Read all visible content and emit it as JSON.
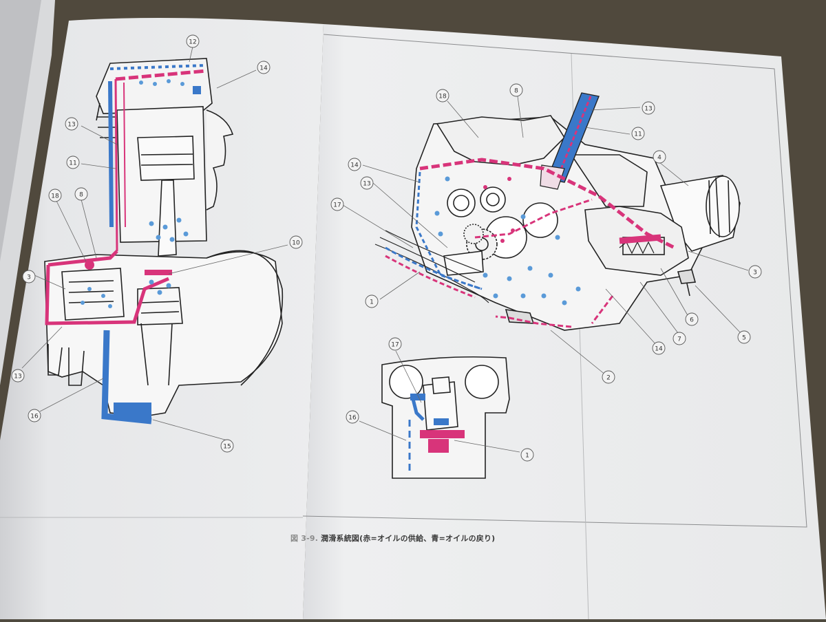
{
  "caption": {
    "figure_number": "図 3-9.",
    "text": "潤滑系統図(赤=オイルの供給、青=オイルの戻り)"
  },
  "colors": {
    "oil_supply": "#d8347a",
    "oil_return": "#3a78c9",
    "paper": "#eeeeec",
    "line": "#222222"
  },
  "left_diagram": {
    "callouts": [
      "12",
      "14",
      "13",
      "11",
      "18",
      "8",
      "3",
      "10",
      "13",
      "16",
      "15"
    ]
  },
  "right_diagram": {
    "callouts": [
      "18",
      "8",
      "13",
      "11",
      "4",
      "14",
      "13",
      "17",
      "1",
      "3",
      "6",
      "5",
      "7",
      "14",
      "2"
    ]
  },
  "inset_diagram": {
    "callouts": [
      "17",
      "16",
      "1"
    ]
  }
}
